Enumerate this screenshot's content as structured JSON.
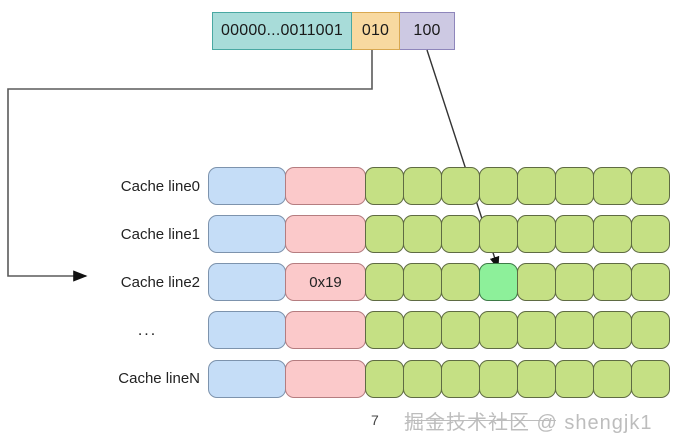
{
  "address_bar": {
    "segments": [
      {
        "name": "tag",
        "label": "00000...0011001",
        "color": "#a8dcd9"
      },
      {
        "name": "index",
        "label": "010",
        "color": "#f8d9a0"
      },
      {
        "name": "offset",
        "label": "100",
        "color": "#cdc9e3"
      }
    ]
  },
  "cache": {
    "rows": [
      {
        "label": "Cache line0",
        "tag": "",
        "data": "",
        "blocks": [
          "",
          "",
          "",
          "",
          "",
          "",
          "",
          ""
        ],
        "highlight": -1
      },
      {
        "label": "Cache line1",
        "tag": "",
        "data": "",
        "blocks": [
          "",
          "",
          "",
          "",
          "",
          "",
          "",
          ""
        ],
        "highlight": -1
      },
      {
        "label": "Cache line2",
        "tag": "",
        "data": "0x19",
        "blocks": [
          "",
          "",
          "",
          "",
          "",
          "",
          "",
          ""
        ],
        "highlight": 3
      },
      {
        "label": "...",
        "tag": "",
        "data": "",
        "blocks": [
          "",
          "",
          "",
          "",
          "",
          "",
          "",
          ""
        ],
        "highlight": -1
      },
      {
        "label": "Cache lineN",
        "tag": "",
        "data": "",
        "blocks": [
          "",
          "",
          "",
          "",
          "",
          "",
          "",
          ""
        ],
        "highlight": -1
      }
    ]
  },
  "colors": {
    "tag_cell": "#c5ddf7",
    "data_cell": "#fbc9ca",
    "block_cell": "#c5e084",
    "block_hit": "#8df09a",
    "wire": "#5a5a5a",
    "arrow": "#111111"
  },
  "footer": {
    "page_number": "7",
    "watermark": "掘金技术社区 @ shengjk1"
  }
}
